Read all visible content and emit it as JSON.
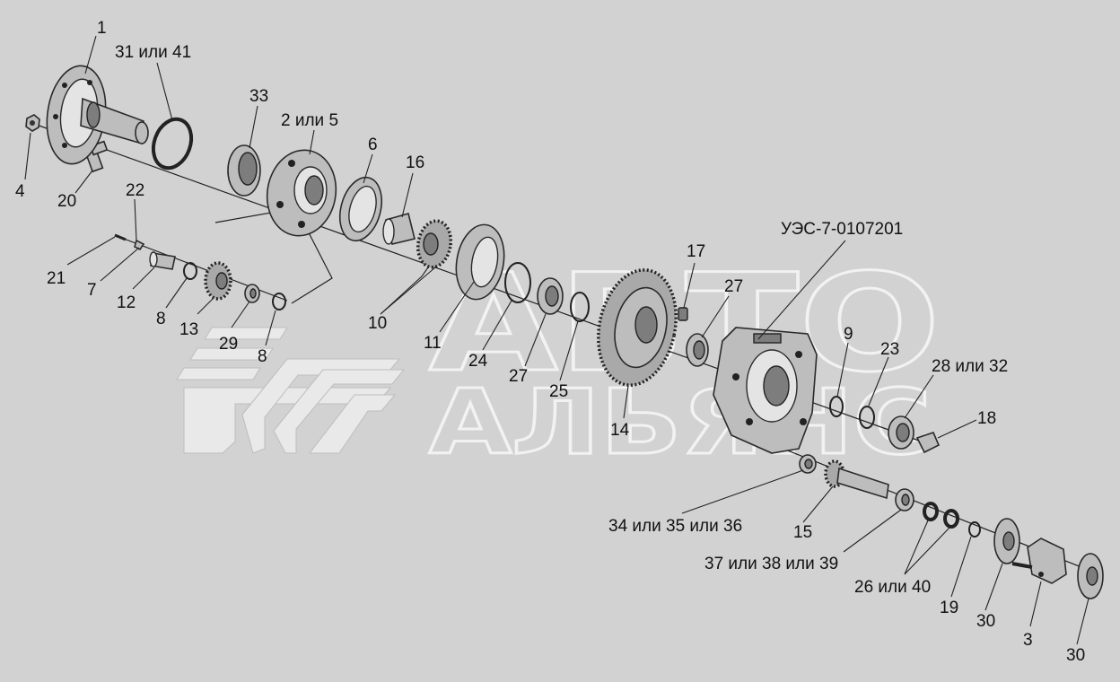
{
  "watermark": {
    "line1": "АВТО",
    "line2": "АЛЬЯНС"
  },
  "labels": {
    "l1": "1",
    "l31_41": "31 или 41",
    "l33": "33",
    "l2_5": "2 или 5",
    "l6": "6",
    "l16": "16",
    "l22": "22",
    "l4": "4",
    "l20": "20",
    "l21": "21",
    "l7": "7",
    "l12": "12",
    "l8a": "8",
    "l13": "13",
    "l29": "29",
    "l8b": "8",
    "l10": "10",
    "l11": "11",
    "l24": "24",
    "l27a": "27",
    "l25": "25",
    "l14": "14",
    "l17": "17",
    "l27b": "27",
    "l_ues": "УЭС-7-0107201",
    "l9": "9",
    "l23": "23",
    "l28_32": "28 или 32",
    "l18": "18",
    "l34_35_36": "34 или 35 или 36",
    "l15": "15",
    "l37_38_39": "37 или 38 или 39",
    "l26_40": "26 или 40",
    "l19": "19",
    "l30a": "30",
    "l3": "3",
    "l30b": "30"
  }
}
